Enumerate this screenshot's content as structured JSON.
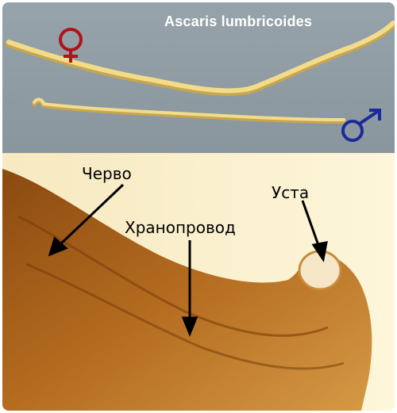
{
  "top_panel": {
    "title": "Ascaris lumbricoides",
    "female_symbol": "♀",
    "male_symbol": "♂",
    "colors": {
      "female": "#b0121a",
      "male": "#1a2a9a",
      "worm": "#f2dc8a",
      "background": "#8e9aa2"
    }
  },
  "bottom_panel": {
    "labels": {
      "intestine": "Черво",
      "esophagus": "Хранопровод",
      "mouth": "Уста"
    },
    "colors": {
      "tissue": "#a8601a",
      "background": "#fbf2d0",
      "arrow": "#000000"
    }
  }
}
